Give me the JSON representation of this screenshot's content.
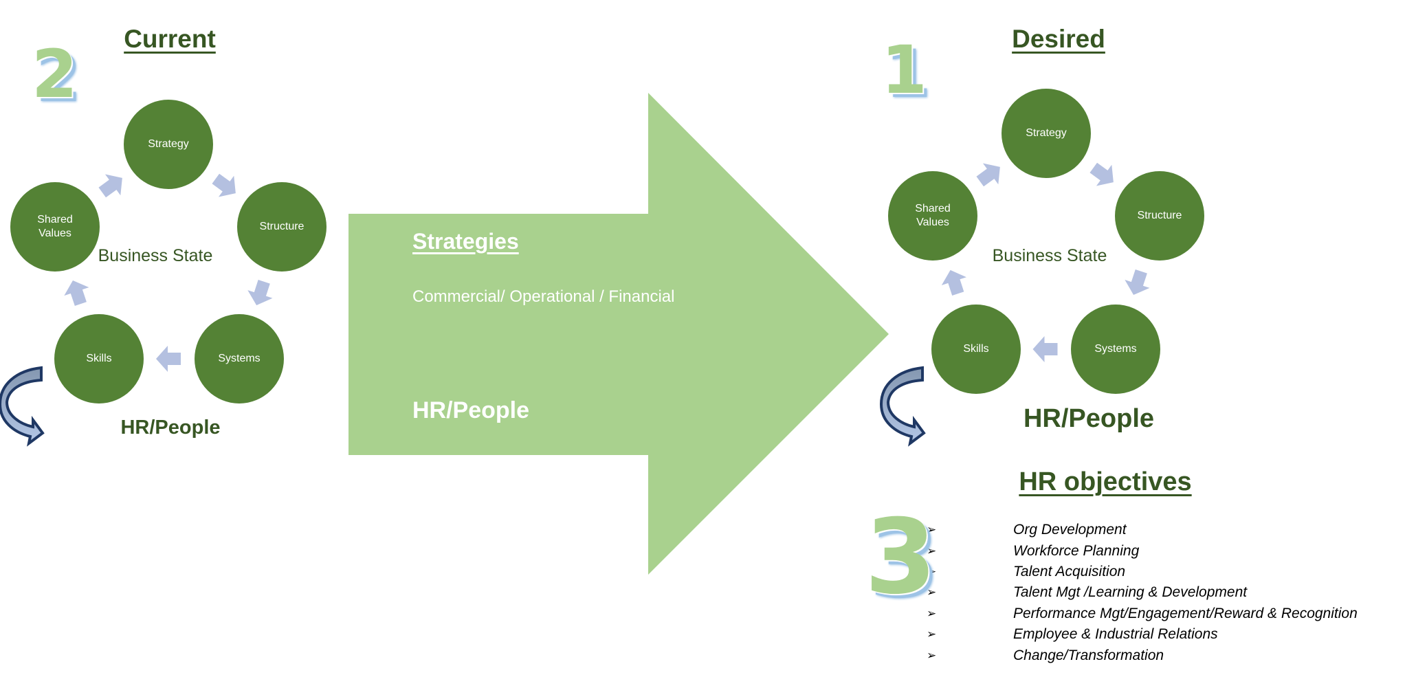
{
  "current": {
    "heading": "Current",
    "step_number": "2",
    "cycle_nodes": [
      {
        "id": "strategy",
        "label": "Strategy"
      },
      {
        "id": "structure",
        "label": "Structure"
      },
      {
        "id": "systems",
        "label": "Systems"
      },
      {
        "id": "skills",
        "label": "Skills"
      },
      {
        "id": "shared-values",
        "label": "Shared Values"
      }
    ],
    "center_label": "Business State",
    "hr_label": "HR/People"
  },
  "transition_arrow": {
    "title": "Strategies",
    "subtitle": "Commercial/ Operational / Financial",
    "hr_label": "HR/People"
  },
  "desired": {
    "heading": "Desired",
    "step_number": "1",
    "cycle_nodes": [
      {
        "id": "strategy",
        "label": "Strategy"
      },
      {
        "id": "structure",
        "label": "Structure"
      },
      {
        "id": "systems",
        "label": "Systems"
      },
      {
        "id": "skills",
        "label": "Skills"
      },
      {
        "id": "shared-values",
        "label": "Shared Values"
      }
    ],
    "center_label": "Business State",
    "hr_label": "HR/People"
  },
  "hr_objectives": {
    "heading": "HR objectives",
    "step_number": "3",
    "bullet_icon": "➢",
    "items": [
      "Org Development",
      "Workforce Planning",
      "Talent Acquisition",
      "Talent Mgt /Learning & Development",
      "Performance Mgt/Engagement/Reward & Recognition",
      "Employee & Industrial Relations",
      "Change/Transformation"
    ]
  },
  "colors": {
    "node_fill": "#548235",
    "heading_text": "#375623",
    "big_arrow_fill": "#a9d18e",
    "cycle_arrow_fill": "#b4c0e0",
    "curved_arrow_outline": "#1f3864",
    "number_green": "#a9d18e",
    "number_shadow_blue": "#9dc3e6"
  }
}
